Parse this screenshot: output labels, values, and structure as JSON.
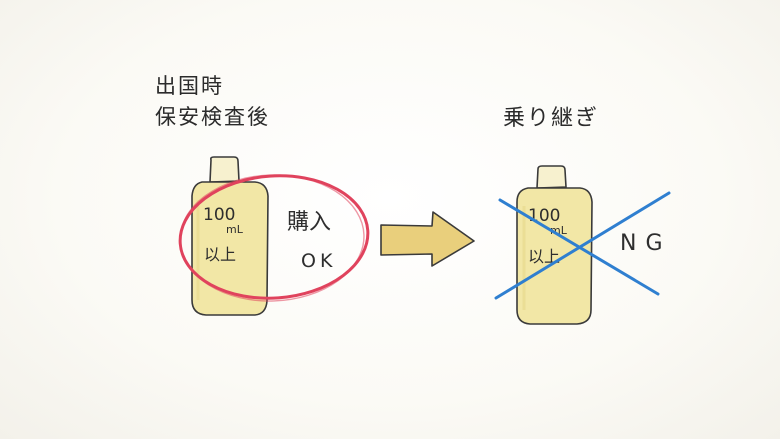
{
  "left_caption": {
    "line1": "出国時",
    "line2": "保安検査後"
  },
  "right_caption": "乗り継ぎ",
  "left_bottle": {
    "label_line1": "100",
    "label_line2": "mL",
    "label_line3": "以上"
  },
  "left_note": {
    "line1": "購入",
    "line2": "OK"
  },
  "right_bottle": {
    "label_line1": "100",
    "label_line2": "mL",
    "label_line3": "以上"
  },
  "right_note": "NG",
  "colors": {
    "bottle_fill": "#f2e7a6",
    "circle": "#e0435d",
    "cross": "#2f7fd0",
    "arrow": "#e9cf7c",
    "ink": "#2b2b2b"
  }
}
